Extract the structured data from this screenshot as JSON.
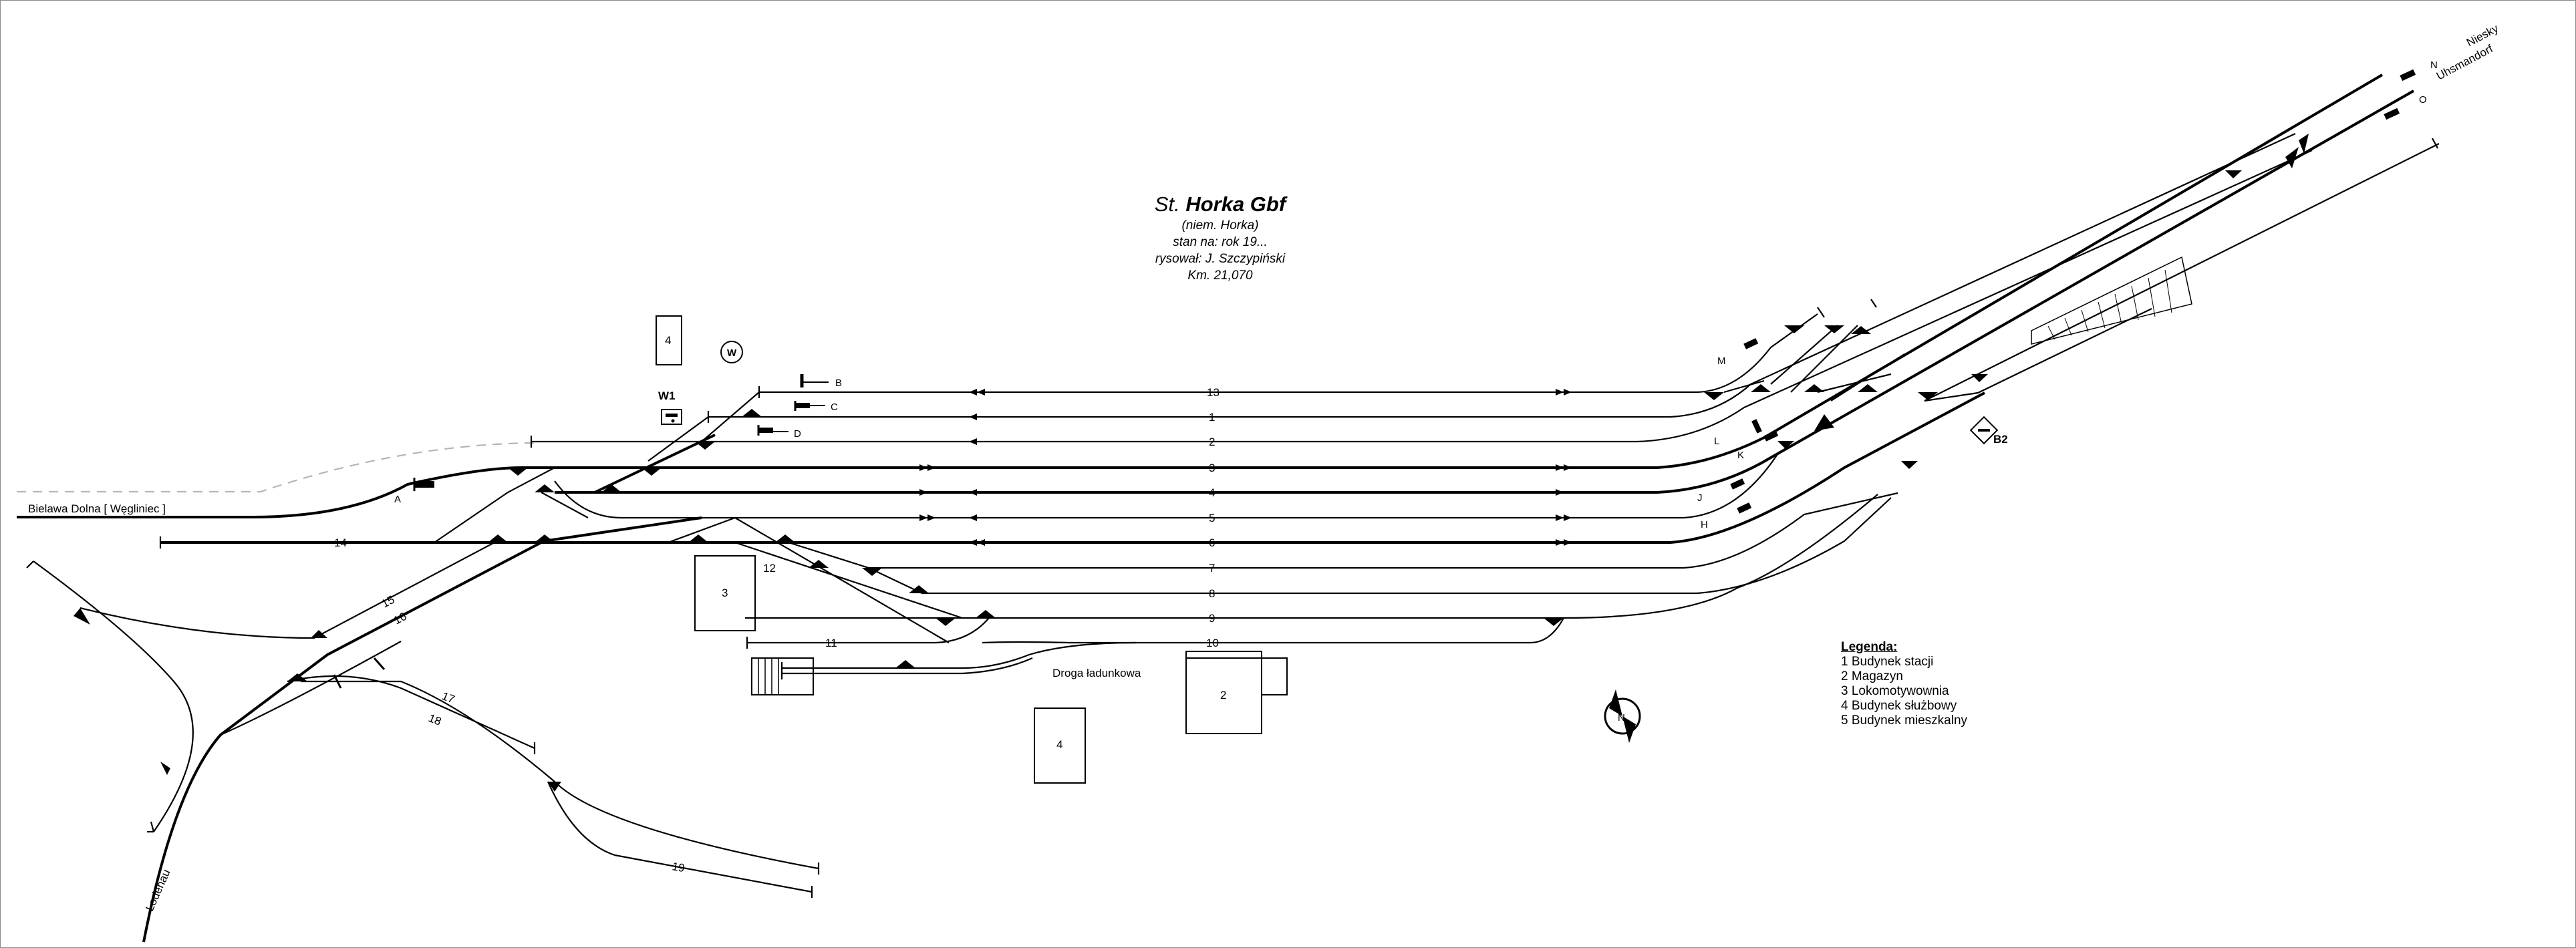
{
  "title": {
    "prefix": "St.",
    "name": "Horka Gbf",
    "lines": [
      "(niem. Horka)",
      "stan na: rok 19...",
      "rysował: J. Szczypiński",
      "Km. 21,070"
    ]
  },
  "directions": {
    "west": "Bielawa Dolna [ Węgliniec ]",
    "south": "Lodenau",
    "north_east_1": "Niesky",
    "north_east_2": "Uhsmandorf"
  },
  "road_label": "Droga ładunkowa",
  "special_labels": {
    "w1": "W1",
    "b2": "B2",
    "w_circle": "W"
  },
  "tracks": [
    "13",
    "1",
    "2",
    "3",
    "4",
    "5",
    "6",
    "7",
    "8",
    "9",
    "10",
    "11",
    "12",
    "14",
    "15",
    "16",
    "17",
    "18",
    "19"
  ],
  "signals": [
    "A",
    "B",
    "C",
    "D",
    "H",
    "J",
    "K",
    "L",
    "M",
    "N",
    "O"
  ],
  "building_labels": [
    "4",
    "3",
    "2",
    "4"
  ],
  "legend": {
    "heading": "Legenda:",
    "items": [
      "1  Budynek stacji",
      "2  Magazyn",
      "3  Lokomotywownia",
      "4  Budynek służbowy",
      "5  Budynek mieszkalny"
    ]
  }
}
